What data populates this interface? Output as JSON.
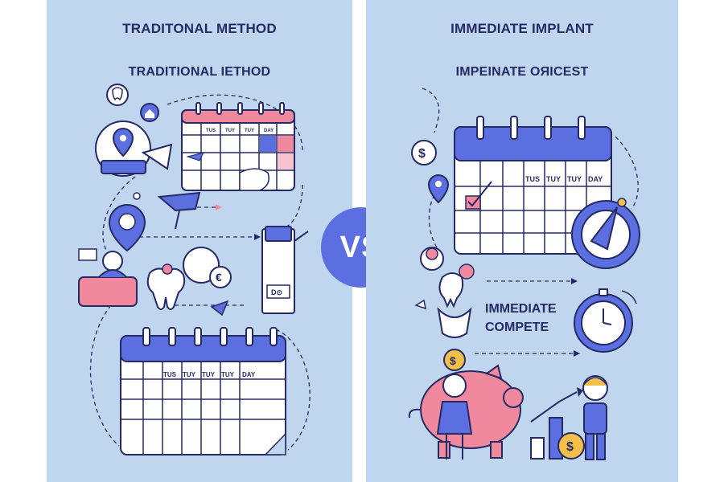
{
  "left_panel": {
    "title": "TRADITONAL METHOD",
    "subtitle": "TRADITIONAL IETHOD",
    "top_calendar_days": [
      "TUS",
      "TUY",
      "TUY",
      "DAY"
    ],
    "bottom_calendar_days": [
      "TUS",
      "TUY",
      "TUY",
      "TUY",
      "DAY"
    ],
    "machine_screen_text": "D⊙",
    "icon_names": [
      "map-pin-icon",
      "house-icon",
      "dental-chair-icon",
      "tooth-implant-icon",
      "euro-coin-icon",
      "dental-xray-machine-icon",
      "calendar-icon"
    ]
  },
  "vs_label": "VS",
  "right_panel": {
    "title": "IMMEDIATE IMPLANT",
    "subtitle": "IMPEINATE OЯICEST",
    "calendar_days": [
      "TUS",
      "TUY",
      "TUY",
      "DAY"
    ],
    "immediate_label_line1": "IMMEDIATE",
    "immediate_label_line2": "COMPETE",
    "icon_names": [
      "dollar-coin-icon",
      "map-pin-icon",
      "checkmark-icon",
      "dental-drill-icon",
      "stopwatch-icon",
      "piggy-bank-icon",
      "bar-chart-icon"
    ]
  },
  "colors": {
    "panel_bg": "#c0d6ef",
    "navy": "#252a64",
    "blue": "#5b6fe0",
    "pink": "#f0889e",
    "gold": "#f2c04a",
    "white": "#ffffff"
  }
}
